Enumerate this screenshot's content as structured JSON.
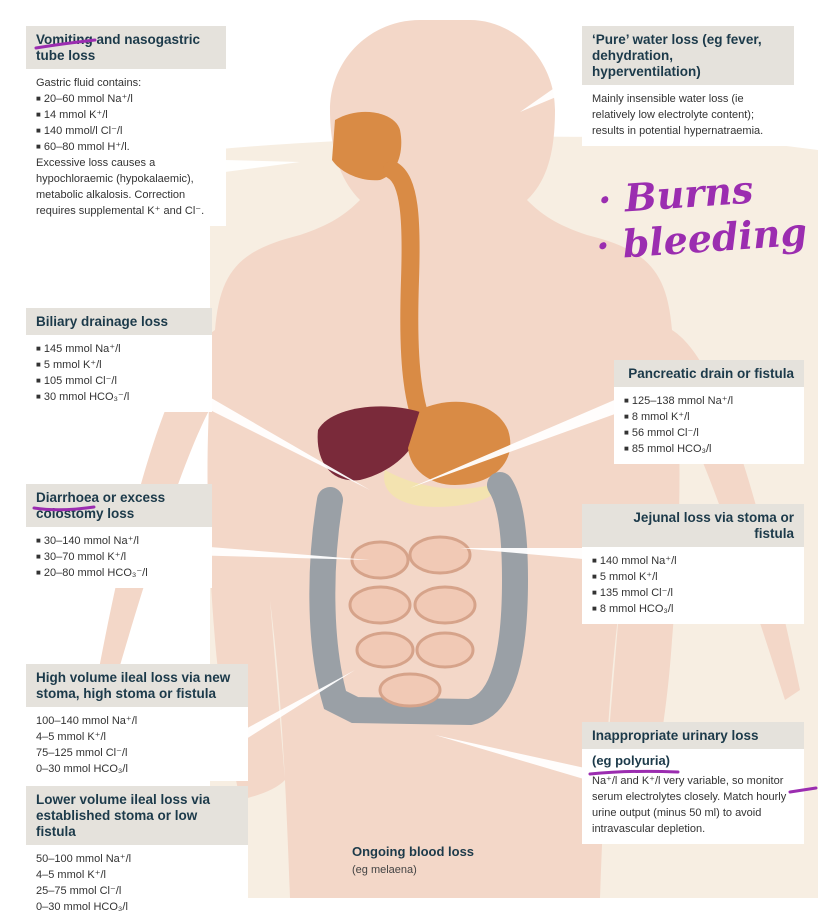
{
  "boxes": {
    "vomiting": {
      "title_emph": "Vomiting",
      "title_rest": " and nasogastric tube loss",
      "intro": "Gastric fluid contains:",
      "items": [
        "20–60 mmol Na⁺/l",
        "14 mmol K⁺/l",
        "140 mmol/l Cl⁻/l",
        "60–80 mmol H⁺/l."
      ],
      "note": "Excessive loss causes a hypochloraemic (hypokalaemic), metabolic alkalosis. Correction requires supplemental K⁺ and Cl⁻."
    },
    "pure_water": {
      "title": "‘Pure’ water loss (eg fever, dehydration, hyperventilation)",
      "note": "Mainly insensible water loss (ie relatively low electrolyte content); results in potential hypernatraemia."
    },
    "biliary": {
      "title": "Biliary drainage loss",
      "items": [
        "145 mmol Na⁺/l",
        "5 mmol K⁺/l",
        "105 mmol Cl⁻/l",
        "30 mmol HCO₃⁻/l"
      ]
    },
    "pancreatic": {
      "title": "Pancreatic drain or fistula",
      "items": [
        "125–138 mmol Na⁺/l",
        "8 mmol K⁺/l",
        "56 mmol Cl⁻/l",
        "85 mmol HCO₃/l"
      ]
    },
    "diarrhoea": {
      "title_emph": "Diarrhoea",
      "title_rest": " or excess colostomy loss",
      "items": [
        "30–140 mmol Na⁺/l",
        "30–70 mmol K⁺/l",
        "20–80 mmol HCO₃⁻/l"
      ]
    },
    "jejunal": {
      "title": "Jejunal loss via stoma or fistula",
      "items": [
        "140 mmol Na⁺/l",
        "5 mmol K⁺/l",
        "135 mmol Cl⁻/l",
        "8 mmol HCO₃/l"
      ]
    },
    "high_ileal": {
      "title": "High volume ileal loss via new stoma, high stoma or fistula",
      "items": [
        "100–140 mmol Na⁺/l",
        "4–5 mmol K⁺/l",
        "75–125 mmol Cl⁻/l",
        "0–30 mmol HCO₃/l"
      ]
    },
    "low_ileal": {
      "title": "Lower volume ileal loss via established stoma or low fistula",
      "items": [
        "50–100 mmol Na⁺/l",
        "4–5 mmol K⁺/l",
        "25–75 mmol Cl⁻/l",
        "0–30 mmol HCO₃/l"
      ]
    },
    "urinary": {
      "title": "Inappropriate urinary loss",
      "subtitle": "(eg polyuria)",
      "note": "Na⁺/l and K⁺/l very variable, so monitor serum electrolytes closely. Match hourly urine output (minus 50 ml) to avoid intravascular depletion."
    }
  },
  "blood": {
    "title": "Ongoing blood loss",
    "subtitle": "(eg melaena)"
  },
  "handwriting": {
    "line1": "· Burns",
    "line2": "· bleeding"
  },
  "colors": {
    "skin": "#f3d7c8",
    "backdrop": "#f7eee2",
    "gi_tract": "#d98b45",
    "liver": "#7a2a3a",
    "colon": "#9aa0a6",
    "small_bowel": "#f1c9b5",
    "ink": "#9b2db0",
    "heading": "#1c3a4a"
  }
}
